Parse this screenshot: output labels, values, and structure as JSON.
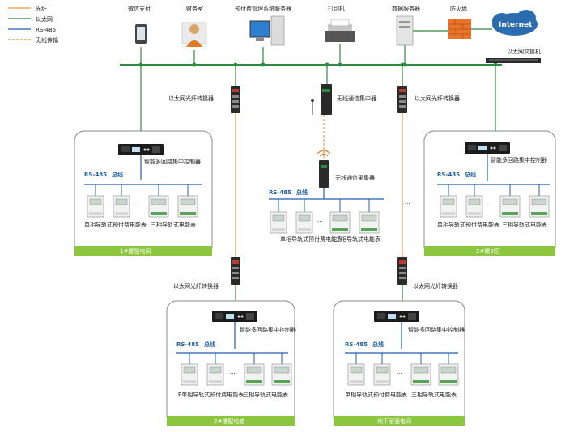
{
  "legend": [
    {
      "label": "光纤",
      "color": "#e89a3c",
      "style": "solid"
    },
    {
      "label": "以太网",
      "color": "#2e8b3c",
      "style": "solid"
    },
    {
      "label": "RS-485",
      "color": "#1f5fae",
      "style": "solid"
    },
    {
      "label": "无线传输",
      "color": "#e89a3c",
      "style": "dashed"
    }
  ],
  "top_devices": {
    "wechat": "微信支付",
    "finance": "财务室",
    "prepay_server": "预付费管理系统服务器",
    "printer": "打印机",
    "db_server": "数据服务器",
    "firewall": "防火墙",
    "internet": "Internet",
    "core_switch": "以太网交换机"
  },
  "middle": {
    "fiber_switch_left": "以太网光纤转换器",
    "wireless_hub": "无线通信集中器",
    "fiber_switch_right": "以太网光纤转换器",
    "wireless_collector": "无线通信采集器",
    "rs485": "RS-485",
    "bus": "总线",
    "single_phase": "单相导轨式预付费电能表",
    "three_phase": "三相导轨式电能表",
    "ellipsis": "···",
    "dots": "..."
  },
  "boxes": {
    "b1": {
      "title": "1#楼强电间",
      "controller": "智能多回路集中控制器",
      "rs485": "RS-485",
      "bus": "总线",
      "single": "单相导轨式预付费电能表",
      "three": "三相导轨式电能表"
    },
    "b2": {
      "title": "2#楼2区",
      "controller": "智能多回路集中控制器",
      "rs485": "RS-485",
      "bus": "总线",
      "single": "单相导轨式预付费电能表",
      "three": "三相导轨式电能表"
    },
    "b3": {
      "title": "2#楼配电箱",
      "controller": "智能多回路集中控制器",
      "switch": "以太网光纤转换器",
      "rs485": "RS-485",
      "bus": "总线",
      "single": "P单相导轨式预付费电能表",
      "three": "三相导轨式电能表"
    },
    "b4": {
      "title": "地下室强电间",
      "controller": "智能多回路集中控制器",
      "switch": "以太网光纤转换器",
      "rs485": "RS-485",
      "bus": "总线",
      "single": "单相导轨式预付费电能表",
      "three": "三相导轨式电能表"
    }
  },
  "colors": {
    "ethernet": "#2e8b3c",
    "fiber": "#e89a3c",
    "rs485": "#1f5fae",
    "box_bar": "#8cc63f",
    "firewall": "#e8742a",
    "cloud": "#2b6cb0"
  }
}
